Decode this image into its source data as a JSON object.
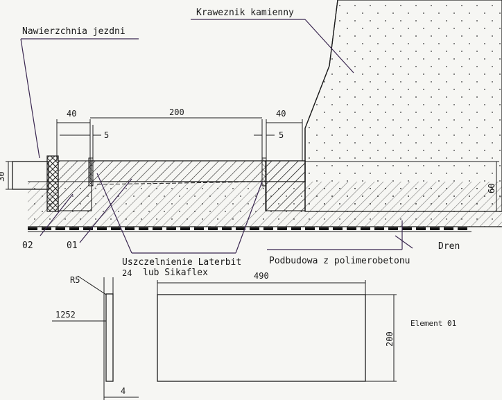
{
  "labels": {
    "curb": "Kraweznik kamienny",
    "road_surface": "Nawierzchnia jezdni",
    "sealant_line1": "Uszczelnienie Laterbit",
    "sealant_line2": "lub Sikaflex",
    "base": "Podbudowa z polimerobetonu",
    "drain": "Dren",
    "part_02": "02",
    "part_01": "01",
    "element": "Element 01"
  },
  "dimensions": {
    "top_40_left": "40",
    "top_200": "200",
    "top_40_right": "40",
    "gap_5_left": "5",
    "gap_5_right": "5",
    "left_30": "30",
    "right_60": "60",
    "radius": "R5",
    "width_24": "24",
    "height_1252": "1252",
    "thickness_4": "4",
    "length_490": "490",
    "height_200": "200"
  },
  "colors": {
    "line": "#1c1c1c",
    "paper": "#f6f6f3",
    "leader": "#3a2750"
  }
}
